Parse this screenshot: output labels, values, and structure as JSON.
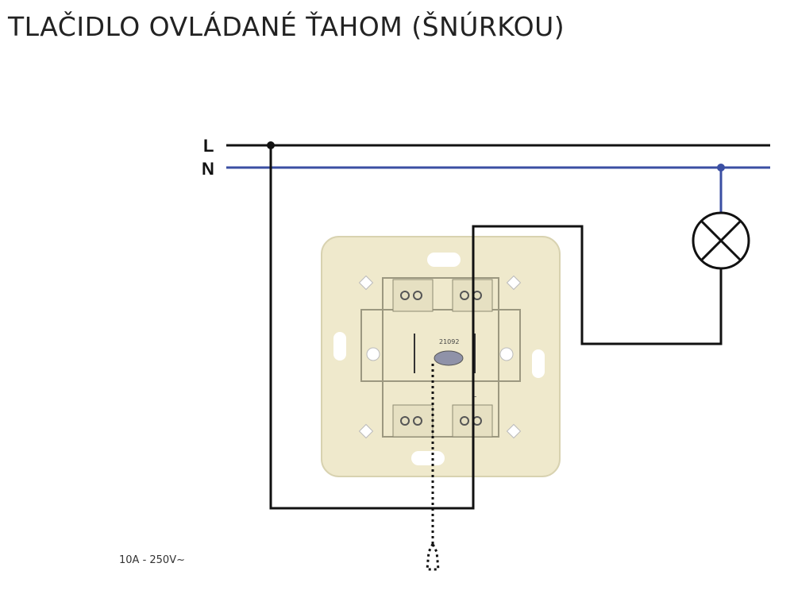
{
  "title": "TLAČIDLO OVLÁDANÉ ŤAHOM (ŠNÚRKOU)",
  "rating": "10A - 250V~",
  "lines": {
    "live": "L",
    "neutral": "N"
  },
  "device_code": "21092",
  "terminal_label": "L",
  "colors": {
    "live": "#111111",
    "neutral": "#3b4fa3",
    "plate": "#efe9cc"
  }
}
